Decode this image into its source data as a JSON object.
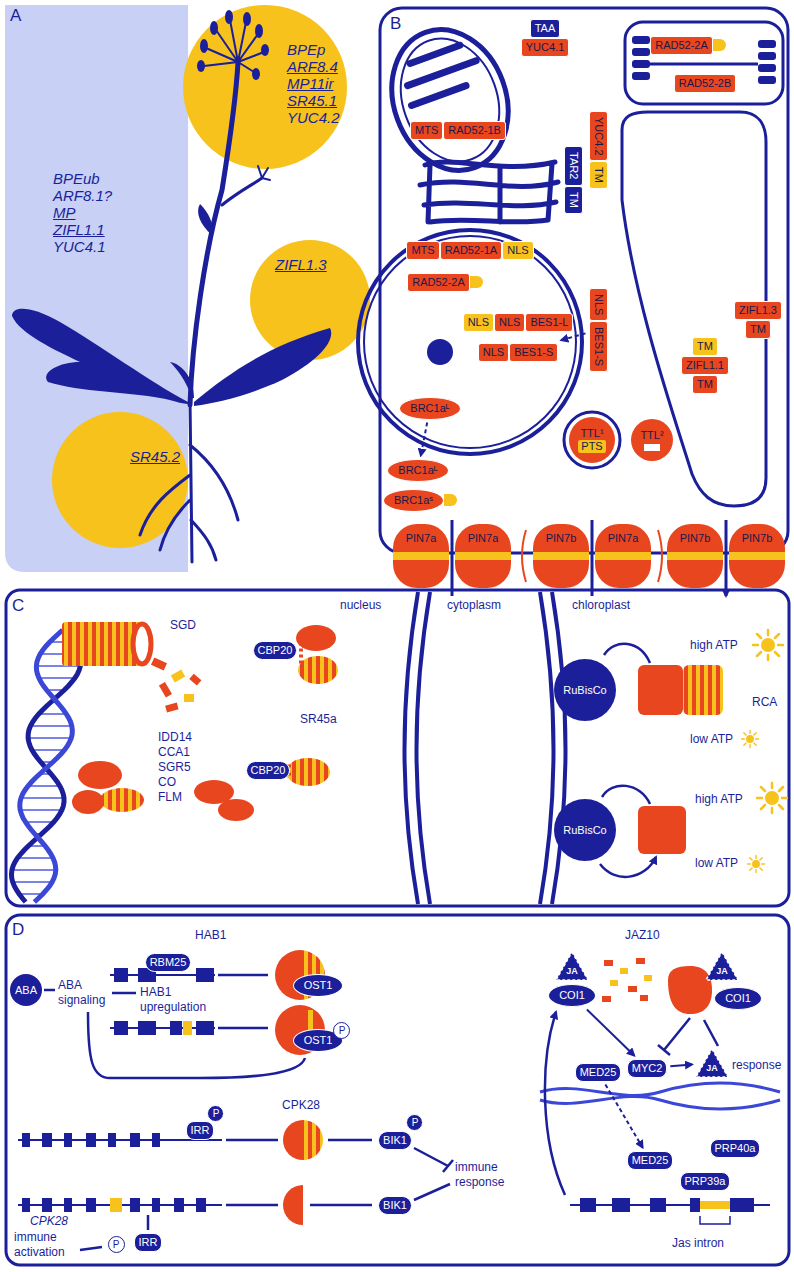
{
  "diagram": {
    "nodes": [
      {
        "text": [
          "BPEub",
          "ARF8.1?",
          "MP",
          "ZIFL1.1",
          "YUC4.1"
        ]
      },
      {
        "text": [
          "BPEp",
          "ARF8.4",
          "MP11ir",
          "SR45.1",
          "YUC4.2"
        ]
      },
      {
        "text": [
          "ZIFL1.3"
        ]
      },
      {
        "text": [
          "SR45.2"
        ]
      },
      {
        "text": [
          "MTS",
          "RAD52-1B"
        ]
      },
      {
        "text": [
          "TAA",
          "YUC4.1"
        ]
      },
      {
        "text": [
          "RAD52-2A"
        ]
      },
      {
        "text": [
          "RAD52-2B"
        ]
      },
      {
        "text": [
          "TAR2",
          "TM"
        ]
      },
      {
        "text": [
          "YUC4.2",
          "TM"
        ]
      },
      {
        "text": [
          "ZIFL1.3",
          "TM"
        ]
      },
      {
        "text": [
          "TM",
          "ZIFL1.1",
          "TM"
        ]
      },
      {
        "text": [
          "MTS",
          "RAD52-1A",
          "NLS"
        ]
      },
      {
        "text": [
          "RAD52-2A"
        ]
      },
      {
        "text": [
          "NLS",
          "NLS",
          "BES1-L"
        ]
      },
      {
        "text": [
          "NLS",
          "BES1-S"
        ]
      },
      {
        "text": [
          "NLS",
          "BES1-S"
        ]
      },
      {
        "text": [
          "BRC1aᴸ"
        ]
      },
      {
        "text": [
          "BRC1aᴸ"
        ]
      },
      {
        "text": [
          "BRC1aˢ"
        ]
      },
      {
        "text": [
          "TTL¹",
          "PTS"
        ]
      },
      {
        "text": [
          "TTL²"
        ]
      },
      {
        "text": [
          "PIN7a",
          "PIN7a"
        ]
      },
      {
        "text": [
          "PIN7b",
          "PIN7a"
        ]
      },
      {
        "text": [
          "PIN7b",
          "PIN7b"
        ]
      },
      {
        "text": [
          "CBP20"
        ]
      },
      {
        "text": [
          "CBP20"
        ]
      },
      {
        "text": [
          "RuBisCo"
        ]
      },
      {
        "text": [
          "RuBisCo"
        ]
      },
      {
        "text": [
          "ABA"
        ]
      },
      {
        "text": [
          "RBM25"
        ]
      },
      {
        "text": [
          "OST1"
        ]
      },
      {
        "text": [
          "OST1"
        ]
      },
      {
        "text": [
          "P"
        ],
        "in": 32
      },
      {
        "text": [
          "IRR"
        ]
      },
      {
        "text": [
          "P"
        ],
        "in": 34
      },
      {
        "text": [
          "BIK1"
        ]
      },
      {
        "text": [
          "P"
        ],
        "in": 36
      },
      {
        "text": [
          "BIK1"
        ]
      },
      {
        "text": [
          "IRR"
        ]
      },
      {
        "text": [
          "P"
        ]
      },
      {
        "text": [
          "COI1"
        ]
      },
      {
        "text": [
          "JA"
        ],
        "in": 41
      },
      {
        "text": [
          "COI1"
        ]
      },
      {
        "text": [
          "JA"
        ],
        "in": 43
      },
      {
        "text": [
          "MED25"
        ]
      },
      {
        "text": [
          "MYC2"
        ]
      },
      {
        "text": [
          "JA"
        ]
      },
      {
        "text": [
          "MED25"
        ]
      },
      {
        "text": [
          "PRP40a"
        ]
      },
      {
        "text": [
          "PRP39a"
        ]
      }
    ],
    "edges": [
      {
        "from": 16,
        "to": 15,
        "arrow": "to"
      },
      {
        "from": 17,
        "to": 18,
        "arrow": "to"
      },
      {
        "from": 41,
        "to": 46,
        "arrow": "to"
      },
      {
        "from": 46,
        "to": 47,
        "arrow": "to"
      },
      {
        "from": 45,
        "to": 48,
        "arrow": "to"
      }
    ],
    "labels": [
      "A",
      "B",
      "C",
      "D",
      "nucleus",
      "cytoplasm",
      "chloroplast",
      "SGD",
      "IDD14",
      "CCA1",
      "SGR5",
      "CO",
      "FLM",
      "SR45a",
      "high ATP",
      "low ATP",
      "RCA",
      "high ATP",
      "low ATP",
      "HAB1",
      "ABA signaling",
      "HAB1 upregulation",
      "CPK28",
      "CPK28",
      "immune response",
      "immune activation",
      "JAZ10",
      "response",
      "Jas intron"
    ]
  }
}
